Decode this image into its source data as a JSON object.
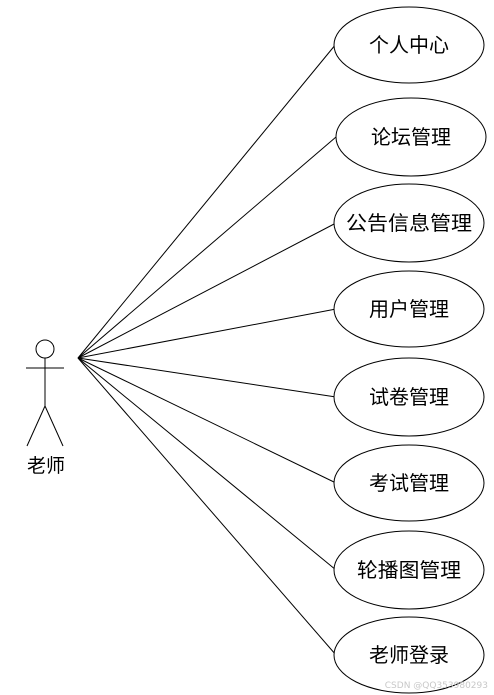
{
  "actor": {
    "label": "老师"
  },
  "use_cases": [
    {
      "label": "个人中心"
    },
    {
      "label": "论坛管理"
    },
    {
      "label": "公告信息管理"
    },
    {
      "label": "用户管理"
    },
    {
      "label": "试卷管理"
    },
    {
      "label": "考试管理"
    },
    {
      "label": "轮播图管理"
    },
    {
      "label": "老师登录"
    }
  ],
  "watermark": "CSDN @QQ353980293"
}
